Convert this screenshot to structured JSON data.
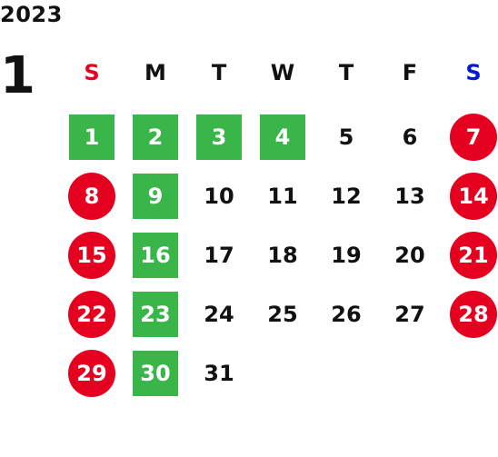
{
  "year": "2023",
  "month": "1",
  "weekdays": [
    {
      "label": "S",
      "color": "#e60020"
    },
    {
      "label": "M",
      "color": "#111111"
    },
    {
      "label": "T",
      "color": "#111111"
    },
    {
      "label": "W",
      "color": "#111111"
    },
    {
      "label": "T",
      "color": "#111111"
    },
    {
      "label": "F",
      "color": "#111111"
    },
    {
      "label": "S",
      "color": "#0018d8"
    }
  ],
  "first_weekday_index": 0,
  "days": [
    {
      "n": "1",
      "type": "holiday"
    },
    {
      "n": "2",
      "type": "holiday"
    },
    {
      "n": "3",
      "type": "holiday"
    },
    {
      "n": "4",
      "type": "holiday"
    },
    {
      "n": "5",
      "type": "normal"
    },
    {
      "n": "6",
      "type": "normal"
    },
    {
      "n": "7",
      "type": "weekend"
    },
    {
      "n": "8",
      "type": "weekend"
    },
    {
      "n": "9",
      "type": "holiday"
    },
    {
      "n": "10",
      "type": "normal"
    },
    {
      "n": "11",
      "type": "normal"
    },
    {
      "n": "12",
      "type": "normal"
    },
    {
      "n": "13",
      "type": "normal"
    },
    {
      "n": "14",
      "type": "weekend"
    },
    {
      "n": "15",
      "type": "weekend"
    },
    {
      "n": "16",
      "type": "holiday"
    },
    {
      "n": "17",
      "type": "normal"
    },
    {
      "n": "18",
      "type": "normal"
    },
    {
      "n": "19",
      "type": "normal"
    },
    {
      "n": "20",
      "type": "normal"
    },
    {
      "n": "21",
      "type": "weekend"
    },
    {
      "n": "22",
      "type": "weekend"
    },
    {
      "n": "23",
      "type": "holiday"
    },
    {
      "n": "24",
      "type": "normal"
    },
    {
      "n": "25",
      "type": "normal"
    },
    {
      "n": "26",
      "type": "normal"
    },
    {
      "n": "27",
      "type": "normal"
    },
    {
      "n": "28",
      "type": "weekend"
    },
    {
      "n": "29",
      "type": "weekend"
    },
    {
      "n": "30",
      "type": "holiday"
    },
    {
      "n": "31",
      "type": "normal"
    }
  ],
  "colors": {
    "holiday_bg": "#3ab54a",
    "weekend_bg": "#e60020",
    "text": "#111111"
  }
}
